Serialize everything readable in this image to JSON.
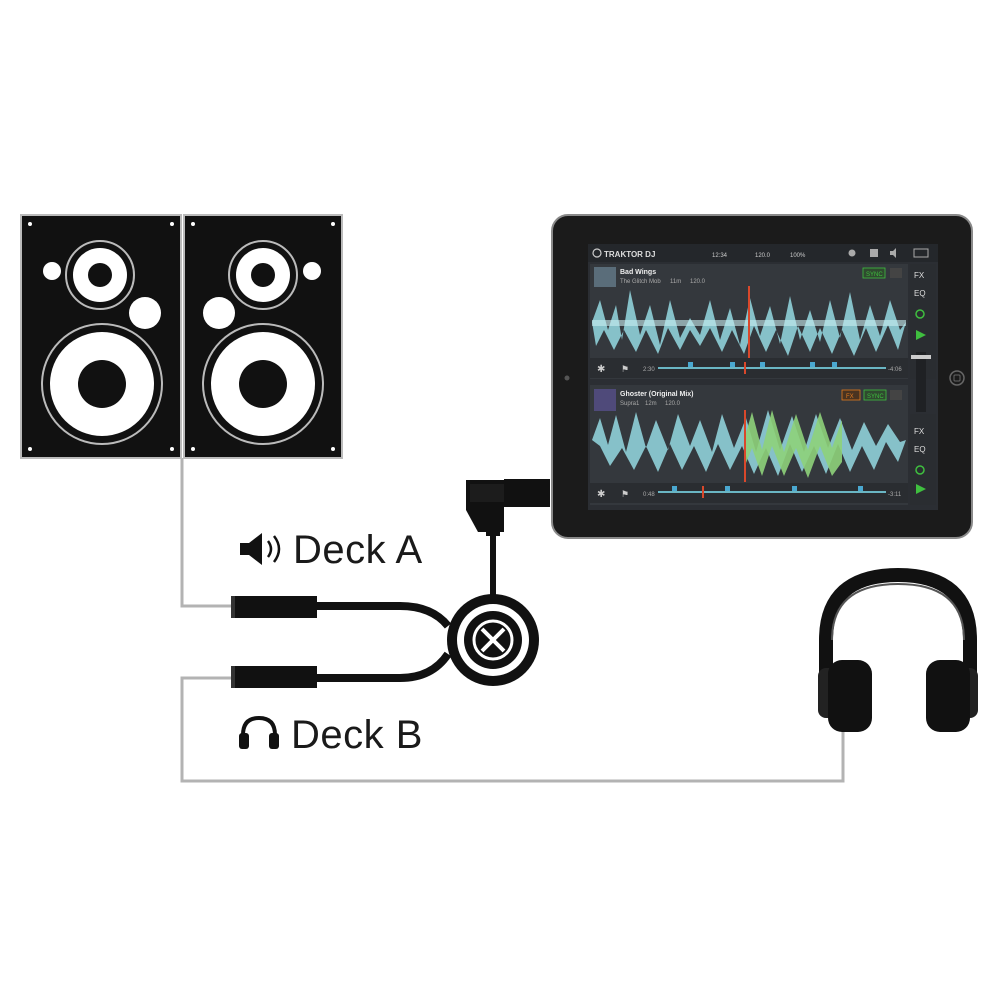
{
  "labels": {
    "deck_a": "Deck A",
    "deck_b": "Deck B"
  },
  "app": {
    "name": "TRAKTOR DJ",
    "status": {
      "time": "12:34",
      "tempo": "120.0",
      "battery": "100%"
    }
  },
  "decks": [
    {
      "title": "Bad Wings",
      "artist": "The Glitch Mob",
      "key": "11m",
      "bpm": "120.0",
      "elapsed": "2:30",
      "remaining": "-4:06",
      "buttons": {
        "sync": "SYNC",
        "fx": "FX",
        "eq": "EQ"
      }
    },
    {
      "title": "Ghoster (Original Mix)",
      "artist": "Supra1",
      "key": "12m",
      "bpm": "120.0",
      "elapsed": "0:48",
      "remaining": "-3:11",
      "buttons": {
        "fx_top": "FX",
        "sync": "SYNC",
        "fx": "FX",
        "eq": "EQ"
      }
    }
  ],
  "colors": {
    "cable": "#111111",
    "wire": "#b3b3b3",
    "waveform_blue": "#8fd0d8",
    "waveform_green": "#8ed27a",
    "sync_green": "#3fbf3f",
    "fx_orange": "#e07a1f",
    "playhead": "#d9482b"
  },
  "icons": [
    "speaker-icon",
    "headphone-icon",
    "traktor-logo-icon",
    "play-icon",
    "cue-icon",
    "snowflake-icon",
    "flag-icon"
  ]
}
